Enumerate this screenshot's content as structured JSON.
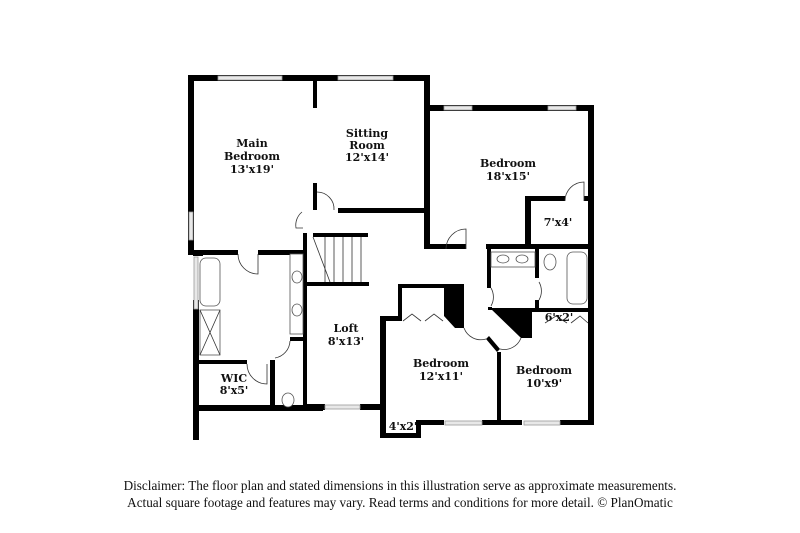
{
  "rooms": [
    {
      "id": "main-bedroom",
      "name_lines": [
        "Main",
        "Bedroom"
      ],
      "size": "13'x19'"
    },
    {
      "id": "sitting-room",
      "name_lines": [
        "Sitting",
        "Room"
      ],
      "size": "12'x14'"
    },
    {
      "id": "bedroom-1",
      "name_lines": [
        "Bedroom"
      ],
      "size": "18'x15'"
    },
    {
      "id": "closet-7x4",
      "name_lines": [],
      "size": "7'x4'"
    },
    {
      "id": "wic",
      "name_lines": [
        "WIC"
      ],
      "size": "8'x5'"
    },
    {
      "id": "loft",
      "name_lines": [
        "Loft"
      ],
      "size": "8'x13'"
    },
    {
      "id": "bedroom-2",
      "name_lines": [
        "Bedroom"
      ],
      "size": "12'x11'"
    },
    {
      "id": "bedroom-3",
      "name_lines": [
        "Bedroom"
      ],
      "size": "10'x9'"
    },
    {
      "id": "closet-6x2",
      "name_lines": [],
      "size": "6'x2'"
    },
    {
      "id": "closet-4x2",
      "name_lines": [],
      "size": "4'x2'"
    }
  ],
  "disclaimer": {
    "line1": "Disclaimer: The floor plan and stated dimensions in this illustration serve as approximate measurements.",
    "line2": "Actual square footage and features may vary. Read terms and conditions for more detail. © PlanOmatic"
  },
  "colors": {
    "wall": "#000000",
    "window": "#e8e8e8",
    "background": "#ffffff"
  }
}
